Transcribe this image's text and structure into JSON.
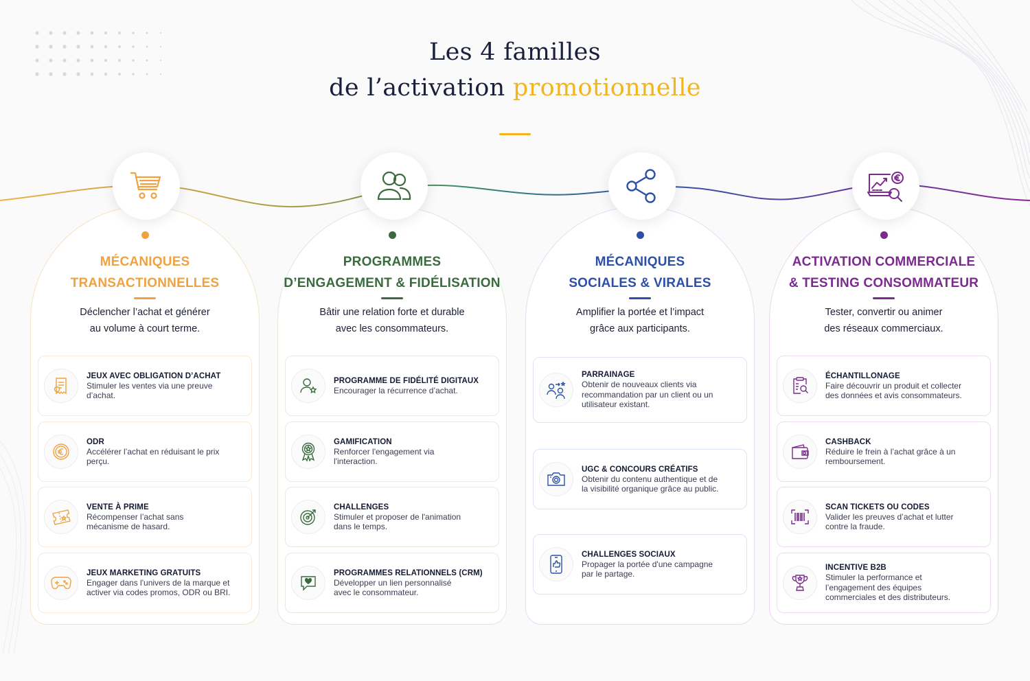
{
  "title": {
    "line1": "Les 4 familles",
    "line2_prefix": "de l’activation",
    "line2_accent": "promotionnelle"
  },
  "colors": {
    "navy": "#1a1f3c",
    "gold": "#f2b51c",
    "orange": "#efa23f",
    "green": "#3a6b3e",
    "blue": "#2c50a8",
    "purple": "#7b2a8e"
  },
  "families": [
    {
      "icon": "shopping-cart-icon",
      "title_line1": "MÉCANIQUES",
      "title_line2": "TRANSACTIONNELLES",
      "subtitle_line1": "Déclencher l’achat et générer",
      "subtitle_line2": "au volume à court terme.",
      "items": [
        {
          "icon": "receipt-icon",
          "title": "JEUX AVEC OBLIGATION D’ACHAT",
          "desc_line1": "Stimuler les ventes via une preuve",
          "desc_line2": "d’achat.",
          "desc_line3": ""
        },
        {
          "icon": "euro-coin-icon",
          "title": "ODR",
          "desc_line1": "Accélérer l’achat en réduisant le prix",
          "desc_line2": "perçu.",
          "desc_line3": ""
        },
        {
          "icon": "ticket-icon",
          "title": "VENTE À PRIME",
          "desc_line1": "Récompenser l’achat sans",
          "desc_line2": "mécanisme de hasard.",
          "desc_line3": ""
        },
        {
          "icon": "gamepad-icon",
          "title": "JEUX MARKETING GRATUITS",
          "desc_line1": "Engager dans l'univers de la marque et",
          "desc_line2": "activer via codes promos, ODR ou BRI.",
          "desc_line3": ""
        }
      ]
    },
    {
      "icon": "users-icon",
      "title_line1": "PROGRAMMES",
      "title_line2": "D’ENGAGEMENT & FIDÉLISATION",
      "subtitle_line1": "Bâtir une relation forte et durable",
      "subtitle_line2": "avec les consommateurs.",
      "items": [
        {
          "icon": "user-star-icon",
          "title": "PROGRAMME DE FIDÉLITÉ DIGITAUX",
          "desc_line1": "Encourager la récurrence d’achat.",
          "desc_line2": "",
          "desc_line3": ""
        },
        {
          "icon": "award-badge-icon",
          "title": "GAMIFICATION",
          "desc_line1": "Renforcer l'engagement via",
          "desc_line2": "l'interaction.",
          "desc_line3": ""
        },
        {
          "icon": "target-icon",
          "title": "CHALLENGES",
          "desc_line1": "Stimuler et proposer de l'animation",
          "desc_line2": "dans le temps.",
          "desc_line3": ""
        },
        {
          "icon": "chat-heart-icon",
          "title": "PROGRAMMES RELATIONNELS (CRM)",
          "desc_line1": "Développer un lien personnalisé",
          "desc_line2": "avec le consommateur.",
          "desc_line3": ""
        }
      ]
    },
    {
      "icon": "share-icon",
      "title_line1": "MÉCANIQUES",
      "title_line2": "SOCIALES & VIRALES",
      "subtitle_line1": "Amplifier la portée et l’impact",
      "subtitle_line2": "grâce aux participants.",
      "items": [
        {
          "icon": "referral-icon",
          "title": "PARRAINAGE",
          "desc_line1": "Obtenir de nouveaux clients via",
          "desc_line2": "recommandation par un client ou un",
          "desc_line3": "utilisateur existant."
        },
        {
          "icon": "camera-icon",
          "title": "UGC & CONCOURS CRÉATIFS",
          "desc_line1": "Obtenir du contenu authentique et de",
          "desc_line2": "la visibilité organique grâce au public.",
          "desc_line3": ""
        },
        {
          "icon": "phone-like-icon",
          "title": "CHALLENGES SOCIAUX",
          "desc_line1": "Propager la portée d'une campagne",
          "desc_line2": "par le partage.",
          "desc_line3": ""
        }
      ]
    },
    {
      "icon": "analytics-euro-icon",
      "title_line1": "ACTIVATION COMMERCIALE",
      "title_line2": "& TESTING CONSOMMATEUR",
      "subtitle_line1": "Tester, convertir ou animer",
      "subtitle_line2": "des réseaux commerciaux.",
      "items": [
        {
          "icon": "clipboard-search-icon",
          "title": "ÉCHANTILLONAGE",
          "desc_line1": "Faire découvrir un produit et collecter",
          "desc_line2": "des données et avis consommateurs.",
          "desc_line3": ""
        },
        {
          "icon": "wallet-icon",
          "title": "CASHBACK",
          "desc_line1": "Réduire le frein à l’achat grâce à un",
          "desc_line2": "remboursement.",
          "desc_line3": ""
        },
        {
          "icon": "barcode-scan-icon",
          "title": "SCAN TICKETS OU CODES",
          "desc_line1": "Valider les preuves d’achat et lutter",
          "desc_line2": "contre la fraude.",
          "desc_line3": ""
        },
        {
          "icon": "trophy-icon",
          "title": "INCENTIVE B2B",
          "desc_line1": "Stimuler la performance et",
          "desc_line2": "l’engagement des équipes",
          "desc_line3": "commerciales et des distributeurs."
        }
      ]
    }
  ]
}
